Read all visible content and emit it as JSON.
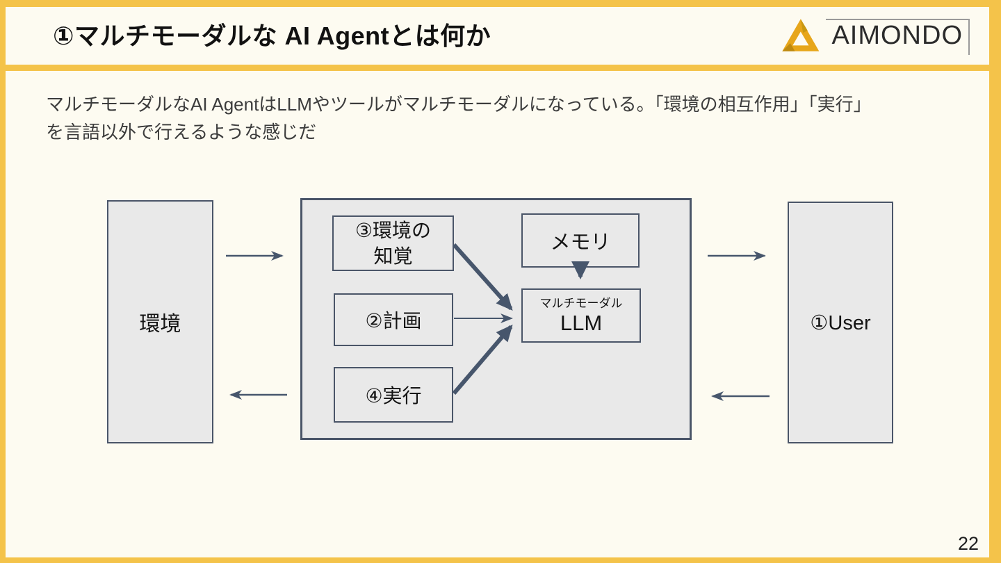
{
  "header": {
    "title": "①マルチモーダルな AI Agentとは何か",
    "logo_text": "AIMONDO"
  },
  "body": {
    "line1": "マルチモーダルなAI AgentはLLMやツールがマルチモーダルになっている。「環境の相互作用」「実行」",
    "line2": "を言語以外で行えるような感じだ"
  },
  "diagram": {
    "environment_label": "環境",
    "perception_line1": "③環境の",
    "perception_line2": "知覚",
    "plan_label": "②計画",
    "execute_label": "④実行",
    "memory_label": "メモリ",
    "llm_small_label": "マルチモーダル",
    "llm_label": "LLM",
    "user_label": "①User"
  },
  "footer": {
    "page_number": "22"
  },
  "colors": {
    "frame": "#F4C34A",
    "slide_background": "#FDFBF1",
    "box_fill": "#E9E9E9",
    "box_border": "#4A5568",
    "arrow": "#47566C",
    "logo_gold": "#E7A61A"
  }
}
